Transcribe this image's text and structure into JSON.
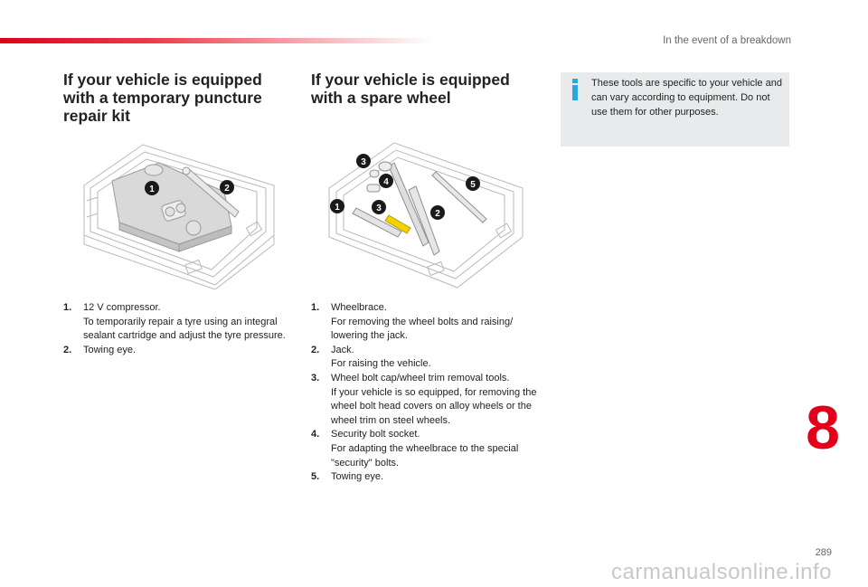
{
  "header": {
    "section_title": "In the event of a breakdown"
  },
  "left": {
    "title": "If your vehicle is equipped with a temporary puncture repair kit",
    "items": [
      {
        "number": "1.",
        "title": "12 V compressor.",
        "description": "To temporarily repair a tyre using an integral sealant cartridge and adjust the tyre pressure."
      },
      {
        "number": "2.",
        "title": "Towing eye.",
        "description": ""
      }
    ],
    "callouts": [
      "1",
      "2"
    ]
  },
  "right": {
    "title": "If your vehicle is equipped with a spare wheel",
    "items": [
      {
        "number": "1.",
        "title": "Wheelbrace.",
        "description": "For removing the wheel bolts and raising/ lowering the jack."
      },
      {
        "number": "2.",
        "title": "Jack.",
        "description": "For raising the vehicle."
      },
      {
        "number": "3.",
        "title": "Wheel bolt cap/wheel trim removal tools.",
        "description": "If your vehicle is so equipped, for removing the wheel bolt head covers on alloy wheels or the wheel trim on steel wheels."
      },
      {
        "number": "4.",
        "title": "Security bolt socket.",
        "description": "For adapting the wheelbrace to the special \"security\" bolts."
      },
      {
        "number": "5.",
        "title": "Towing eye.",
        "description": ""
      }
    ],
    "callouts": [
      "1",
      "2",
      "3",
      "3",
      "4",
      "5"
    ]
  },
  "info": {
    "icon": "info-icon",
    "text": "These tools are specific to your vehicle and can vary according to equipment. Do not use them for other purposes."
  },
  "chapter_number": "8",
  "page_number": "289",
  "watermark": "carmanualsonline.info",
  "colors": {
    "accent": "#e2001a",
    "info_blue": "#2aa7df",
    "info_bg": "#e8eaeb"
  }
}
